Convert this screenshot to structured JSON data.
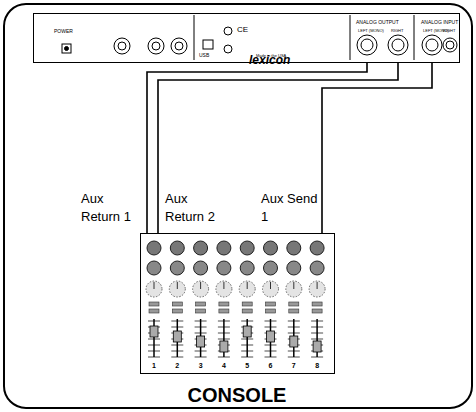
{
  "diagram": {
    "nodes": [
      {
        "text": [
          "lexicon"
        ]
      },
      {
        "text": [
          "CONSOLE"
        ]
      }
    ],
    "edges": [
      {
        "from": 0,
        "to": 1,
        "label": "Aux Return 1",
        "arrow": "none"
      },
      {
        "from": 0,
        "to": 1,
        "label": "Aux Return 2",
        "arrow": "none"
      },
      {
        "from": 0,
        "to": 1,
        "label": "Aux Send 1",
        "arrow": "none"
      }
    ],
    "labels": [
      "POWER",
      "USB",
      "CE",
      "Made in the USA",
      "ANALOG OUTPUT",
      "LEFT (MONO)",
      "RIGHT",
      "ANALOG INPUT",
      "LEFT (MONO)",
      "RIGHT",
      "1",
      "2",
      "3",
      "4",
      "5",
      "6",
      "7",
      "8"
    ]
  }
}
